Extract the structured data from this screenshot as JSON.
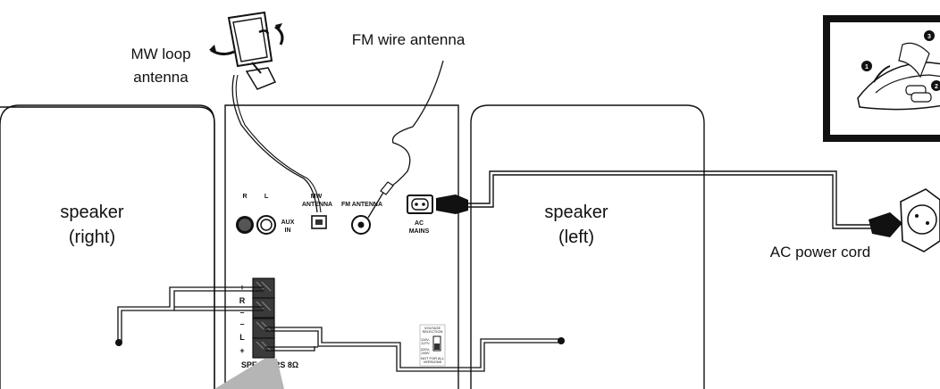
{
  "labels": {
    "mw_loop_line1": "MW loop",
    "mw_loop_line2": "antenna",
    "fm_wire": "FM wire antenna",
    "speaker_right_line1": "speaker",
    "speaker_right_line2": "(right)",
    "speaker_left_line1": "speaker",
    "speaker_left_line2": "(left)",
    "ac_power_cord": "AC power cord"
  },
  "panel": {
    "r": "R",
    "l": "L",
    "aux_line1": "AUX",
    "aux_line2": "IN",
    "mw_ant_line1": "MW",
    "mw_ant_line2": "ANTENNA",
    "fm_ant": "FM ANTENNA",
    "ac_line1": "AC",
    "ac_line2": "MAINS",
    "term_plus_top": "+",
    "term_r": "R",
    "term_minus_top": "–",
    "term_minus_bottom": "–",
    "term_l": "L",
    "term_plus_bottom": "+",
    "speakers": "SPEAKERS 8Ω",
    "voltage_line1": "VOLTAGE",
    "voltage_line2": "SELECTION",
    "voltage_opt1_line1": "110V-",
    "voltage_opt1_line2": "127V",
    "voltage_opt2_line1": "220V-",
    "voltage_opt2_line2": "240V",
    "not_for_line1": "NOT FOR ALL",
    "not_for_line2": "VERSIONS"
  },
  "inset": {
    "step1": "1",
    "step2": "2",
    "step3": "3"
  },
  "colors": {
    "line": "#111111",
    "panel_bg": "#ffffff",
    "terminal": "#3a3a3a",
    "spot": "#b5b5b5",
    "inset_frame": "#111111"
  }
}
